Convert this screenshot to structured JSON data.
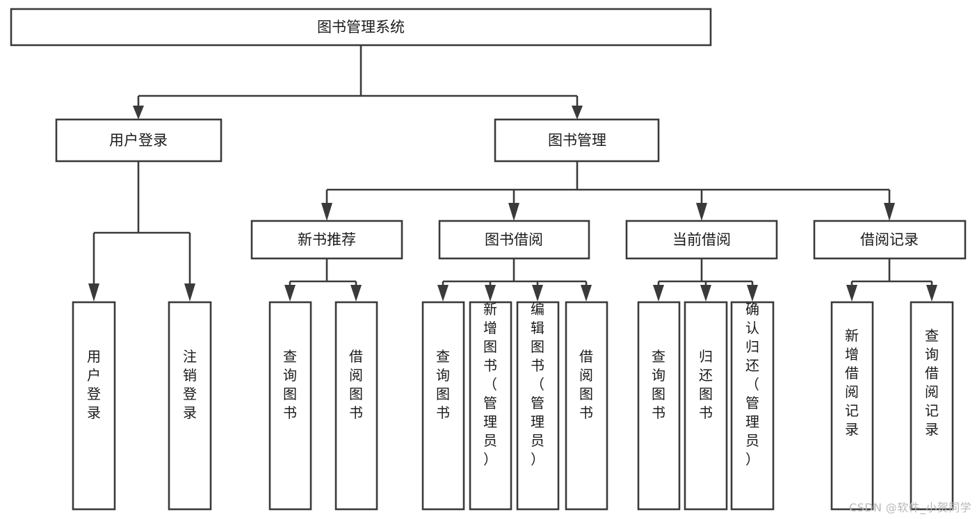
{
  "diagram": {
    "type": "hierarchy-tree",
    "title": "图书管理系统",
    "levels": 4,
    "root": {
      "label": "图书管理系统",
      "orientation": "horizontal"
    },
    "level2": [
      {
        "label": "用户登录",
        "orientation": "horizontal"
      },
      {
        "label": "图书管理",
        "orientation": "horizontal"
      }
    ],
    "level3": [
      {
        "label": "新书推荐",
        "orientation": "horizontal"
      },
      {
        "label": "图书借阅",
        "orientation": "horizontal"
      },
      {
        "label": "当前借阅",
        "orientation": "horizontal"
      },
      {
        "label": "借阅记录",
        "orientation": "horizontal"
      }
    ],
    "leaves_user_login": [
      {
        "label": "用户登录",
        "orientation": "vertical"
      },
      {
        "label": "注销登录",
        "orientation": "vertical"
      }
    ],
    "leaves_new_book": [
      {
        "label": "查询图书",
        "orientation": "vertical"
      },
      {
        "label": "借阅图书",
        "orientation": "vertical"
      }
    ],
    "leaves_book_borrow": [
      {
        "label": "查询图书",
        "orientation": "vertical"
      },
      {
        "label": "新增图书（管理员）",
        "orientation": "vertical"
      },
      {
        "label": "编辑图书（管理员）",
        "orientation": "vertical"
      },
      {
        "label": "借阅图书",
        "orientation": "vertical"
      }
    ],
    "leaves_current_borrow": [
      {
        "label": "查询图书",
        "orientation": "vertical"
      },
      {
        "label": "归还图书",
        "orientation": "vertical"
      },
      {
        "label": "确认归还（管理员）",
        "orientation": "vertical"
      }
    ],
    "leaves_borrow_record": [
      {
        "label": "新增借阅记录",
        "orientation": "vertical"
      },
      {
        "label": "查询借阅记录",
        "orientation": "vertical"
      }
    ],
    "colors": {
      "stroke": "#3a3a3a",
      "fill": "#ffffff",
      "text": "#1a1a1a",
      "background": "#ffffff",
      "watermark": "#b9b9b9"
    }
  },
  "watermark": {
    "text": "CSDN @软件_小贺同学"
  }
}
